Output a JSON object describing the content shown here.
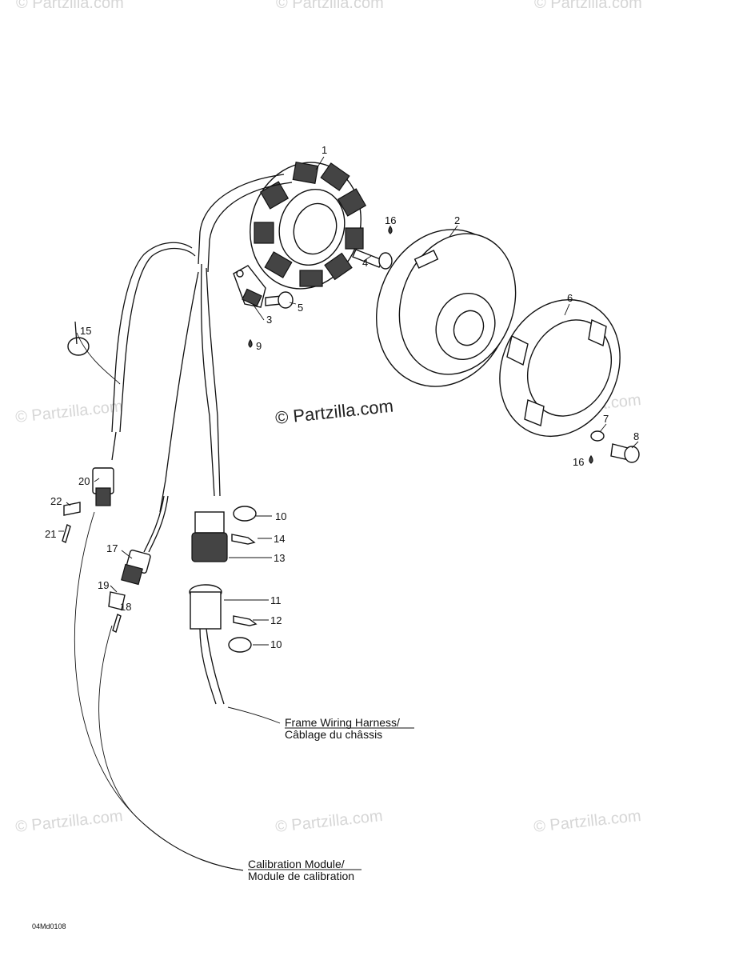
{
  "watermark": {
    "text": "© Partzilla.com",
    "main": "© Partzilla.com"
  },
  "callouts": {
    "c1": "1",
    "c2": "2",
    "c3": "3",
    "c4": "4",
    "c5": "5",
    "c6": "6",
    "c7": "7",
    "c8": "8",
    "c9": "9",
    "c10a": "10",
    "c10b": "10",
    "c11": "11",
    "c12": "12",
    "c13": "13",
    "c14": "14",
    "c15": "15",
    "c16a": "16",
    "c16b": "16",
    "c17": "17",
    "c18": "18",
    "c19": "19",
    "c20": "20",
    "c21": "21",
    "c22": "22"
  },
  "captions": {
    "frame_harness_line1": "Frame Wiring Harness/",
    "frame_harness_line2": "Câblage du châssis",
    "calibration_line1": "Calibration Module/",
    "calibration_line2": "Module de calibration"
  },
  "drawing_code": "04Md0108"
}
